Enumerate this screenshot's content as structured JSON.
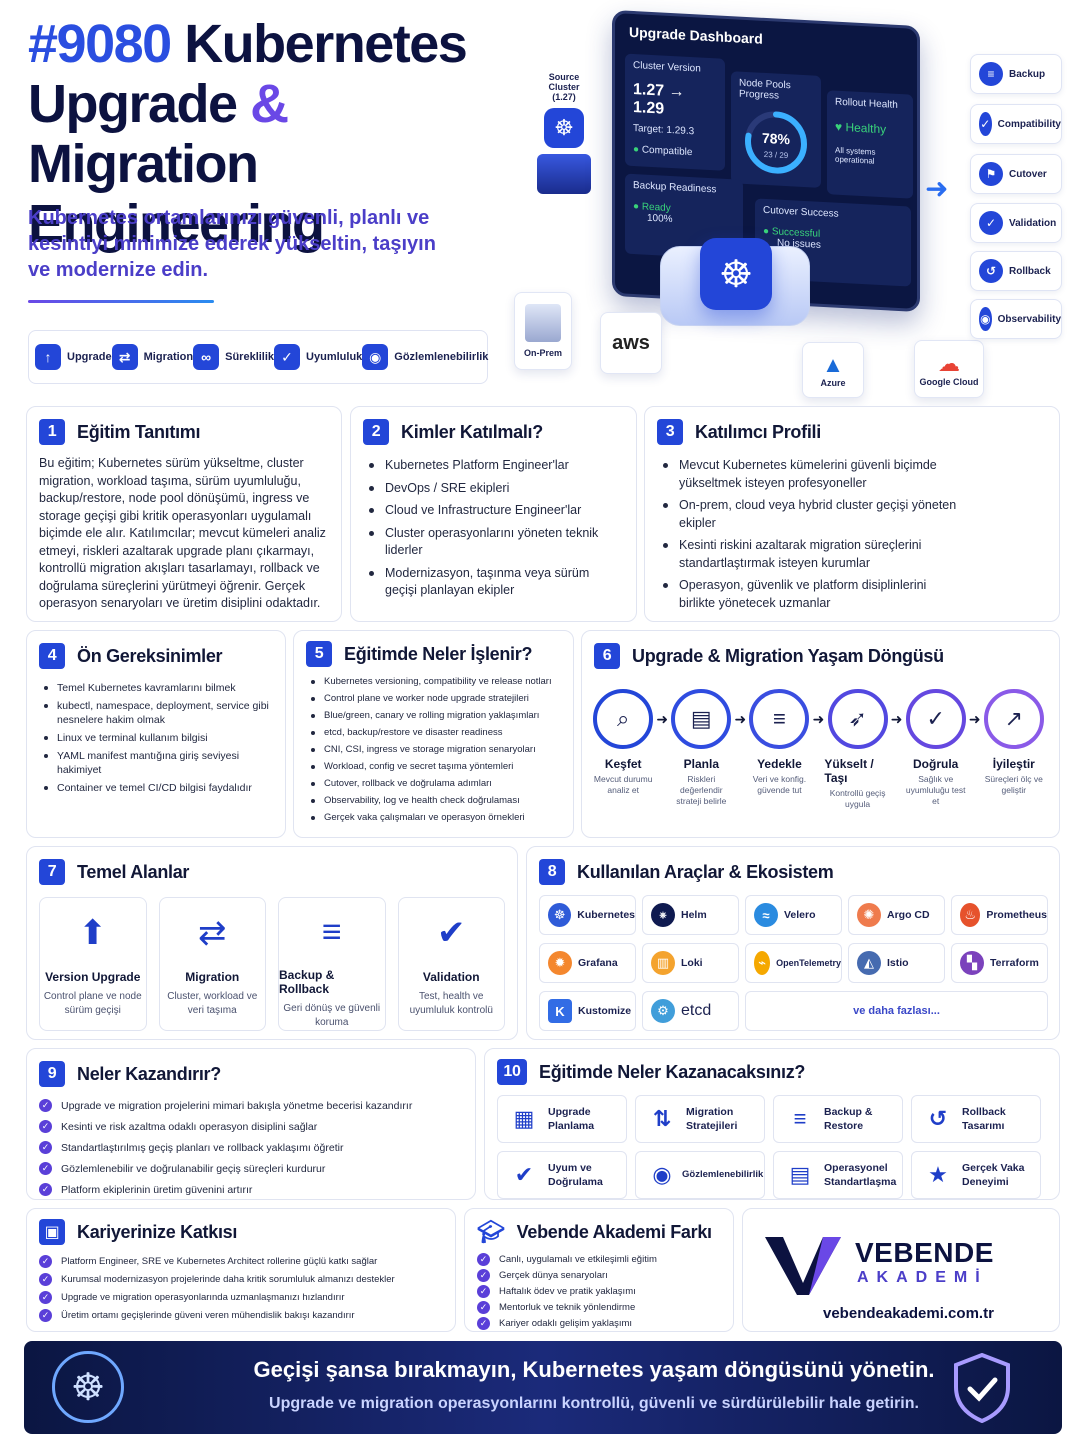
{
  "header": {
    "title_num": "#9080",
    "title_line1_rest": "Kubernetes",
    "title_line2": "Upgrade",
    "title_amp": "&",
    "title_line3": "Migration Engineering",
    "subtitle": "Kubernetes ortamlarınızı güvenli, planlı ve kesintiyi minimize ederek yükseltin, taşıyın ve modernize edin.",
    "pills": [
      "Upgrade",
      "Migration",
      "Süreklilik",
      "Uyumluluk",
      "Gözlemlenebilirlik"
    ]
  },
  "hero": {
    "source_label": "Source Cluster",
    "source_version": "(1.27)",
    "dashboard_title": "Upgrade Dashboard",
    "cluster_version_label": "Cluster Version",
    "cluster_version_value": "1.27 → 1.29",
    "target": "Target: 1.29.3",
    "compatible": "Compatible",
    "node_pools_label": "Node Pools Progress",
    "progress_percent": "78%",
    "progress_count": "23 / 29",
    "progress_fraction": 0.78,
    "rollout_label": "Rollout Health",
    "rollout_status": "Healthy",
    "rollout_note": "All systems operational",
    "backup_label": "Backup Readiness",
    "backup_status": "Ready",
    "backup_pct": "100%",
    "cutover_label": "Cutover Success",
    "cutover_status": "Successful",
    "cutover_note": "No issues",
    "onprem": "On-Prem",
    "aws": "aws",
    "azure": "Azure",
    "gcloud": "Google Cloud",
    "side": [
      "Backup",
      "Compatibility",
      "Cutover",
      "Validation",
      "Rollback",
      "Observability"
    ]
  },
  "s1": {
    "num": "1",
    "title": "Eğitim Tanıtımı",
    "text": "Bu eğitim; Kubernetes sürüm yükseltme, cluster migration, workload taşıma, sürüm uyumluluğu, backup/restore, node pool dönüşümü, ingress ve storage geçişi gibi kritik operasyonları uygulamalı biçimde ele alır. Katılımcılar; mevcut kümeleri analiz etmeyi, riskleri azaltarak upgrade planı çıkarmayı, kontrollü migration akışları tasarlamayı, rollback ve doğrulama süreçlerini yürütmeyi öğrenir. Gerçek operasyon senaryoları ve üretim disiplini odaktadır."
  },
  "s2": {
    "num": "2",
    "title": "Kimler Katılmalı?",
    "items": [
      "Kubernetes Platform Engineer'lar",
      "DevOps / SRE ekipleri",
      "Cloud ve Infrastructure Engineer'lar",
      "Cluster operasyonlarını yöneten teknik liderler",
      "Modernizasyon, taşınma veya sürüm geçişi planlayan ekipler"
    ]
  },
  "s3": {
    "num": "3",
    "title": "Katılımcı Profili",
    "items": [
      "Mevcut Kubernetes kümelerini güvenli biçimde yükseltmek isteyen profesyoneller",
      "On-prem, cloud veya hybrid cluster geçişi yöneten ekipler",
      "Kesinti riskini azaltarak migration süreçlerini standartlaştırmak isteyen kurumlar",
      "Operasyon, güvenlik ve platform disiplinlerini birlikte yönetecek uzmanlar"
    ]
  },
  "s4": {
    "num": "4",
    "title": "Ön Gereksinimler",
    "items": [
      "Temel Kubernetes kavramlarını bilmek",
      "kubectl, namespace, deployment, service gibi nesnelere hakim olmak",
      "Linux ve terminal kullanım bilgisi",
      "YAML manifest mantığına giriş seviyesi hakimiyet",
      "Container ve temel CI/CD bilgisi faydalıdır"
    ]
  },
  "s5": {
    "num": "5",
    "title": "Eğitimde Neler İşlenir?",
    "items": [
      "Kubernetes versioning, compatibility ve release notları",
      "Control plane ve worker node upgrade stratejileri",
      "Blue/green, canary ve rolling migration yaklaşımları",
      "etcd, backup/restore ve disaster readiness",
      "CNI, CSI, ingress ve storage migration senaryoları",
      "Workload, config ve secret taşıma yöntemleri",
      "Cutover, rollback ve doğrulama adımları",
      "Observability, log ve health check doğrulaması",
      "Gerçek vaka çalışmaları ve operasyon örnekleri"
    ]
  },
  "s6": {
    "num": "6",
    "title": "Upgrade & Migration Yaşam Döngüsü",
    "steps": [
      {
        "name": "Keşfet",
        "desc": "Mevcut durumu analiz et"
      },
      {
        "name": "Planla",
        "desc": "Riskleri değerlendir strateji belirle"
      },
      {
        "name": "Yedekle",
        "desc": "Veri ve konfig. güvende tut"
      },
      {
        "name": "Yükselt / Taşı",
        "desc": "Kontrollü geçiş uygula"
      },
      {
        "name": "Doğrula",
        "desc": "Sağlık ve uyumluluğu test et"
      },
      {
        "name": "İyileştir",
        "desc": "Süreçleri ölç ve geliştir"
      }
    ]
  },
  "s7": {
    "num": "7",
    "title": "Temel Alanlar",
    "areas": [
      {
        "name": "Version Upgrade",
        "desc": "Control plane ve node sürüm geçişi"
      },
      {
        "name": "Migration",
        "desc": "Cluster, workload ve veri taşıma"
      },
      {
        "name": "Backup & Rollback",
        "desc": "Geri dönüş ve güvenli koruma"
      },
      {
        "name": "Validation",
        "desc": "Test, health ve uyumluluk kontrolü"
      }
    ]
  },
  "s8": {
    "num": "8",
    "title": "Kullanılan Araçlar & Ekosistem",
    "tools": [
      "Kubernetes",
      "Helm",
      "Velero",
      "Argo CD",
      "Prometheus",
      "Grafana",
      "Loki",
      "OpenTelemetry",
      "Istio",
      "Terraform",
      "Kustomize",
      "etcd"
    ],
    "more": "ve daha fazlası..."
  },
  "s9": {
    "num": "9",
    "title": "Neler Kazandırır?",
    "items": [
      "Upgrade ve migration projelerini mimari bakışla yönetme becerisi kazandırır",
      "Kesinti ve risk azaltma odaklı operasyon disiplini sağlar",
      "Standartlaştırılmış geçiş planları ve rollback yaklaşımı öğretir",
      "Gözlemlenebilir ve doğrulanabilir geçiş süreçleri kurdurur",
      "Platform ekiplerinin üretim güvenini artırır"
    ]
  },
  "s10": {
    "num": "10",
    "title": "Eğitimde Neler Kazanacaksınız?",
    "gains": [
      {
        "l1": "Upgrade",
        "l2": "Planlama"
      },
      {
        "l1": "Migration",
        "l2": "Stratejileri"
      },
      {
        "l1": "Backup &",
        "l2": "Restore"
      },
      {
        "l1": "Rollback",
        "l2": "Tasarımı"
      },
      {
        "l1": "Uyum ve",
        "l2": "Doğrulama"
      },
      {
        "l1": "Gözlemlenebilirlik",
        "l2": ""
      },
      {
        "l1": "Operasyonel",
        "l2": "Standartlaşma"
      },
      {
        "l1": "Gerçek Vaka",
        "l2": "Deneyimi"
      }
    ]
  },
  "career": {
    "title": "Kariyerinize Katkısı",
    "items": [
      "Platform Engineer, SRE ve Kubernetes Architect rollerine güçlü katkı sağlar",
      "Kurumsal modernizasyon projelerinde daha kritik sorumluluk almanızı destekler",
      "Upgrade ve migration operasyonlarında uzmanlaşmanızı hızlandırır",
      "Üretim ortamı geçişlerinde güveni veren mühendislik bakışı kazandırır"
    ]
  },
  "diff": {
    "title": "Vebende Akademi Farkı",
    "items": [
      "Canlı, uygulamalı ve etkileşimli eğitim",
      "Gerçek dünya senaryoları",
      "Haftalık ödev ve pratik yaklaşımı",
      "Mentorluk ve teknik yönlendirme",
      "Kariyer odaklı gelişim yaklaşımı"
    ]
  },
  "brand": {
    "name": "VEBENDE",
    "sub": "AKADEMİ",
    "url": "vebendeakademi.com.tr"
  },
  "footer": {
    "main": "Geçişi şansa bırakmayın, Kubernetes yaşam döngüsünü yönetin.",
    "sub": "Upgrade ve migration operasyonlarını kontrollü, güvenli ve sürdürülebilir hale getirin."
  },
  "colors": {
    "primary": "#2346d8",
    "purple": "#6a48e6",
    "navy": "#0b1642",
    "green": "#39d37a"
  }
}
